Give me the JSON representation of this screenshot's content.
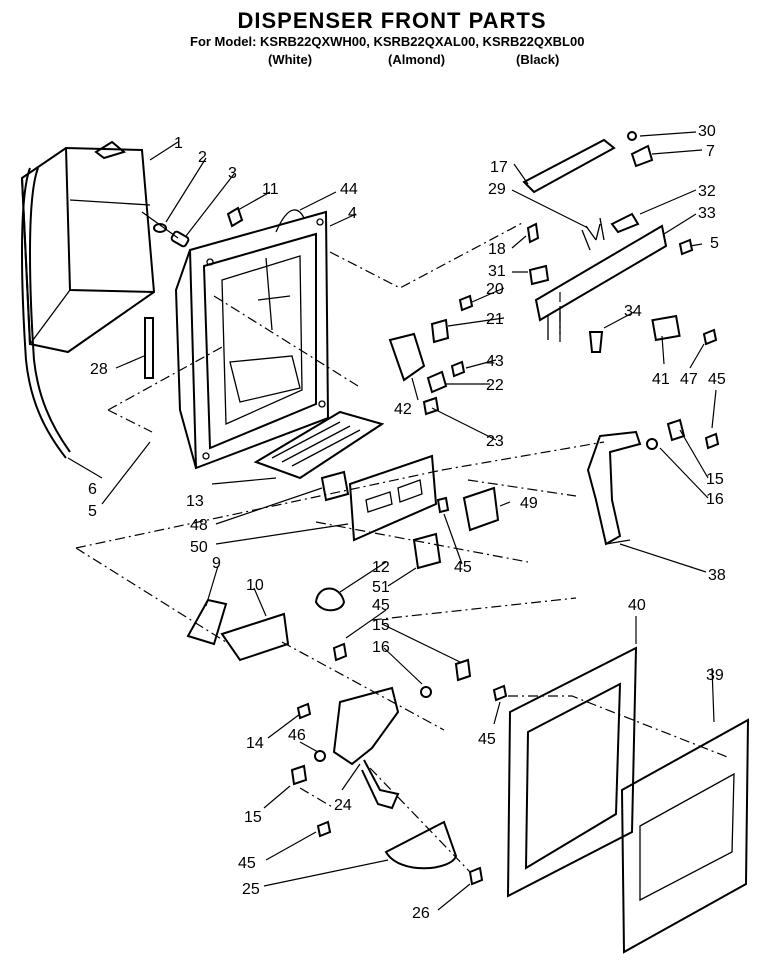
{
  "header": {
    "title": "DISPENSER FRONT PARTS",
    "model_line": "For Model: KSRB22QXWH00, KSRB22QXAL00, KSRB22QXBL00",
    "colors": [
      "(White)",
      "(Almond)",
      "(Black)"
    ]
  },
  "callouts": [
    {
      "id": "1",
      "label": "1"
    },
    {
      "id": "2",
      "label": "2"
    },
    {
      "id": "3",
      "label": "3"
    },
    {
      "id": "11",
      "label": "11"
    },
    {
      "id": "44",
      "label": "44"
    },
    {
      "id": "4",
      "label": "4"
    },
    {
      "id": "30",
      "label": "30"
    },
    {
      "id": "7",
      "label": "7"
    },
    {
      "id": "17",
      "label": "17"
    },
    {
      "id": "29",
      "label": "29"
    },
    {
      "id": "32",
      "label": "32"
    },
    {
      "id": "33",
      "label": "33"
    },
    {
      "id": "18",
      "label": "18"
    },
    {
      "id": "5a",
      "label": "5"
    },
    {
      "id": "31",
      "label": "31"
    },
    {
      "id": "20",
      "label": "20"
    },
    {
      "id": "21",
      "label": "21"
    },
    {
      "id": "34",
      "label": "34"
    },
    {
      "id": "28",
      "label": "28"
    },
    {
      "id": "43",
      "label": "43"
    },
    {
      "id": "42",
      "label": "42"
    },
    {
      "id": "22",
      "label": "22"
    },
    {
      "id": "41",
      "label": "41"
    },
    {
      "id": "47",
      "label": "47"
    },
    {
      "id": "45a",
      "label": "45"
    },
    {
      "id": "23",
      "label": "23"
    },
    {
      "id": "6",
      "label": "6"
    },
    {
      "id": "5b",
      "label": "5"
    },
    {
      "id": "15a",
      "label": "15"
    },
    {
      "id": "16a",
      "label": "16"
    },
    {
      "id": "13",
      "label": "13"
    },
    {
      "id": "49",
      "label": "49"
    },
    {
      "id": "48",
      "label": "48"
    },
    {
      "id": "50",
      "label": "50"
    },
    {
      "id": "45b",
      "label": "45"
    },
    {
      "id": "38",
      "label": "38"
    },
    {
      "id": "9",
      "label": "9"
    },
    {
      "id": "10",
      "label": "10"
    },
    {
      "id": "12",
      "label": "12"
    },
    {
      "id": "51",
      "label": "51"
    },
    {
      "id": "45c",
      "label": "45"
    },
    {
      "id": "40",
      "label": "40"
    },
    {
      "id": "39",
      "label": "39"
    },
    {
      "id": "15b",
      "label": "15"
    },
    {
      "id": "16b",
      "label": "16"
    },
    {
      "id": "45d",
      "label": "45"
    },
    {
      "id": "14",
      "label": "14"
    },
    {
      "id": "46",
      "label": "46"
    },
    {
      "id": "15c",
      "label": "15"
    },
    {
      "id": "24",
      "label": "24"
    },
    {
      "id": "45e",
      "label": "45"
    },
    {
      "id": "25",
      "label": "25"
    },
    {
      "id": "26",
      "label": "26"
    }
  ]
}
